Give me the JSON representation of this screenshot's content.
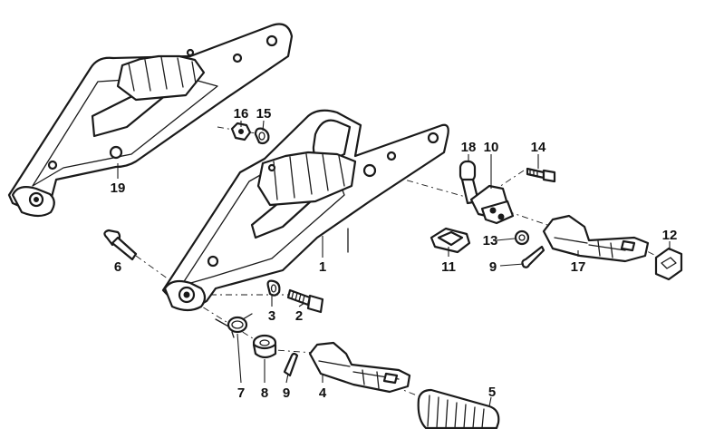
{
  "diagram": {
    "callouts": [
      {
        "id": "1",
        "text": "1"
      },
      {
        "id": "2",
        "text": "2"
      },
      {
        "id": "3",
        "text": "3"
      },
      {
        "id": "4",
        "text": "4"
      },
      {
        "id": "5",
        "text": "5"
      },
      {
        "id": "6",
        "text": "6"
      },
      {
        "id": "7",
        "text": "7"
      },
      {
        "id": "8",
        "text": "8"
      },
      {
        "id": "9a",
        "text": "9"
      },
      {
        "id": "9b",
        "text": "9"
      },
      {
        "id": "10",
        "text": "10"
      },
      {
        "id": "11",
        "text": "11"
      },
      {
        "id": "12",
        "text": "12"
      },
      {
        "id": "13",
        "text": "13"
      },
      {
        "id": "14",
        "text": "14"
      },
      {
        "id": "15",
        "text": "15"
      },
      {
        "id": "16",
        "text": "16"
      },
      {
        "id": "17",
        "text": "17"
      },
      {
        "id": "18",
        "text": "18"
      },
      {
        "id": "19",
        "text": "19"
      }
    ]
  }
}
